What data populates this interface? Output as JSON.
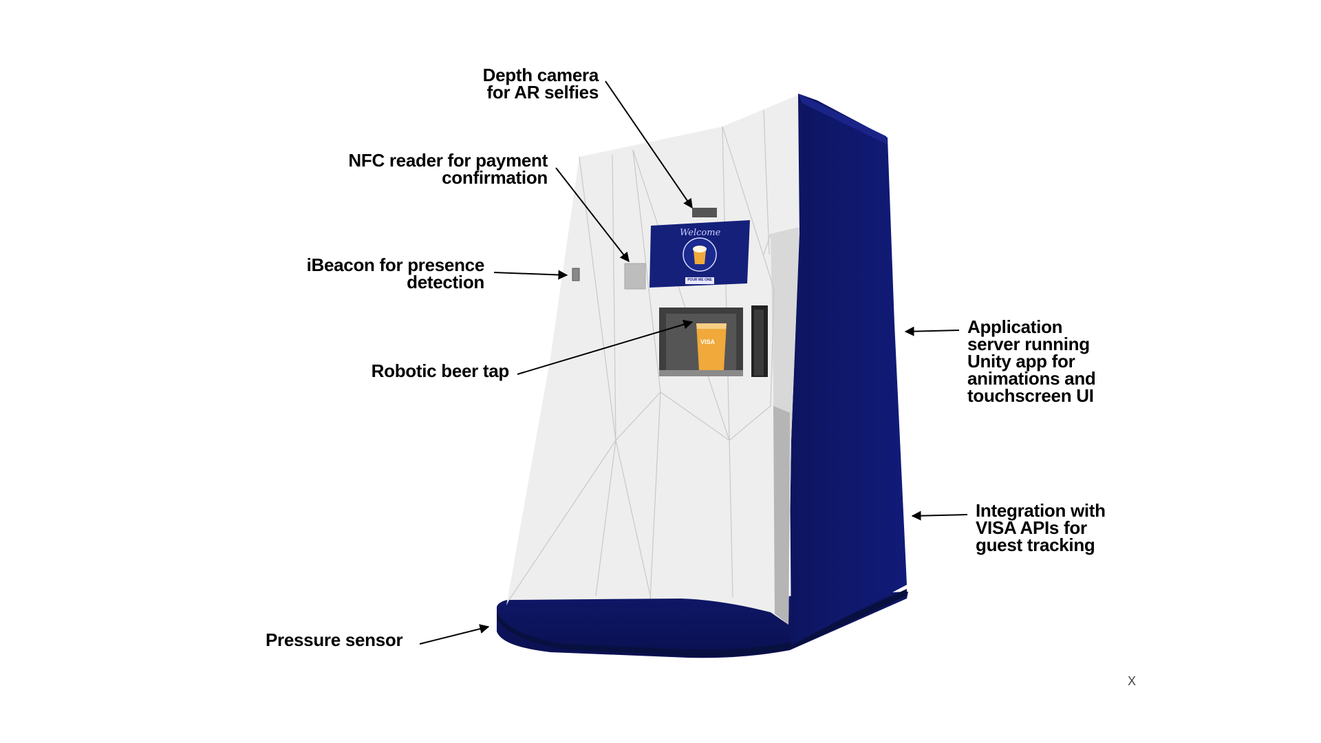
{
  "callouts": {
    "depth_camera": {
      "line1": "Depth camera",
      "line2": "for AR selfies"
    },
    "nfc_reader": {
      "line1": "NFC reader for payment",
      "line2": "confirmation"
    },
    "ibeacon": {
      "line1": "iBeacon for presence",
      "line2": "detection"
    },
    "beer_tap": {
      "line1": "Robotic beer tap"
    },
    "app_server": {
      "line1": "Application",
      "line2": "server running",
      "line3": "Unity app for",
      "line4": "animations and",
      "line5": "touchscreen UI"
    },
    "visa_apis": {
      "line1": "Integration with",
      "line2": "VISA APIs for",
      "line3": "guest tracking"
    },
    "pressure_sensor": {
      "line1": "Pressure sensor"
    }
  },
  "kiosk_screen": {
    "welcome": "Welcome",
    "button": "POUR ME ONE"
  },
  "cup_text": "VISA",
  "close_label": "X",
  "colors": {
    "navy": "#0f1768",
    "navy_dark": "#0a1050",
    "panel": "#ededed",
    "beer": "#f0a93a"
  }
}
